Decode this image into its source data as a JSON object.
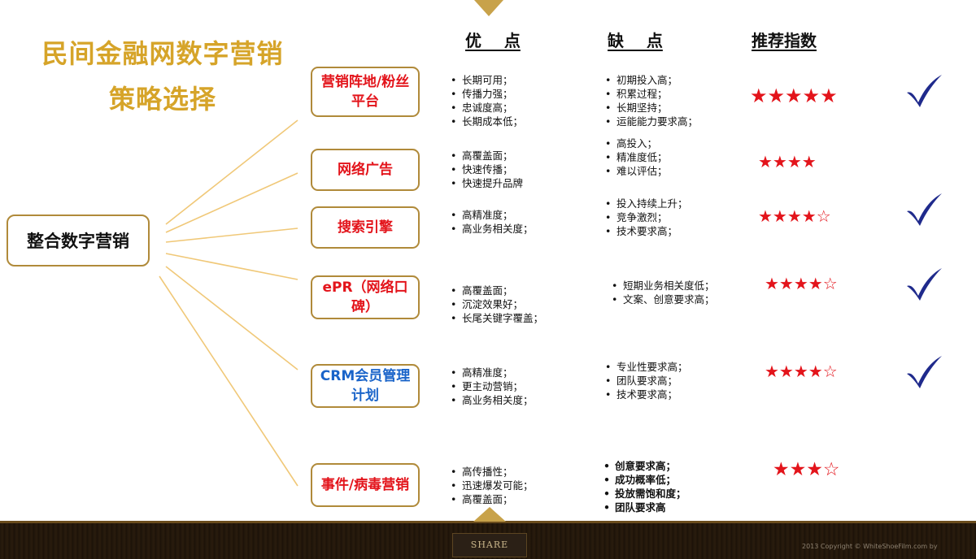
{
  "title": {
    "line1": "民间金融网数字营销",
    "line2": "策略选择"
  },
  "headers": {
    "pros": "优    点",
    "cons": "缺    点",
    "recommend": "推荐指数"
  },
  "root": {
    "label": "整合数字营销"
  },
  "rows": [
    {
      "channel": "营销阵地/粉丝平台",
      "pros": [
        "长期可用；",
        "传播力强；",
        "忠诚度高；",
        "长期成本低；"
      ],
      "cons": [
        "初期投入高；",
        "积累过程；",
        "长期坚持；",
        "运能能力要求高；"
      ],
      "stars": "★★★★★",
      "checked": true
    },
    {
      "channel": "网络广告",
      "pros": [
        "高覆盖面；",
        "快速传播；",
        "快速提升品牌"
      ],
      "cons": [
        "高投入；",
        "精准度低；",
        "难以评估；"
      ],
      "stars": "★★★★",
      "checked": false
    },
    {
      "channel": "搜索引擎",
      "pros": [
        "高精准度；",
        "高业务相关度；"
      ],
      "cons": [
        "投入持续上升；",
        "竞争激烈；",
        "技术要求高；"
      ],
      "stars": "★★★★☆",
      "checked": true
    },
    {
      "channel": "ePR（网络口碑）",
      "pros": [
        "高覆盖面；",
        "沉淀效果好；",
        "长尾关键字覆盖；"
      ],
      "cons": [
        "短期业务相关度低；",
        "文案、创意要求高；"
      ],
      "stars": "★★★★☆",
      "checked": true
    },
    {
      "channel": "CRM会员管理计划",
      "pros": [
        "高精准度；",
        "更主动营销；",
        "高业务相关度；"
      ],
      "cons": [
        "专业性要求高；",
        "团队要求高；",
        "技术要求高；"
      ],
      "stars": "★★★★☆",
      "checked": true
    },
    {
      "channel": "事件/病毒营销",
      "pros": [
        "高传播性；",
        "迅速爆发可能；",
        "高覆盖面；"
      ],
      "cons": [
        "创意要求高；",
        "成功概率低；",
        "投放需饱和度；",
        "团队要求高"
      ],
      "stars": "★★★☆",
      "checked": false
    }
  ],
  "footer": {
    "share_label": "SHARE",
    "copyright": "2013 Copyright © WhiteShoeFilm.com by"
  },
  "colors": {
    "title_gold": "#d6a429",
    "box_border": "#b08a3a",
    "channel_red": "#e3141b",
    "channel_blue": "#1a64c9",
    "star_red": "#e3141b",
    "check_navy": "#1f2a8c"
  },
  "icons": {
    "check": "check-icon",
    "bullet": "bullet-icon"
  }
}
